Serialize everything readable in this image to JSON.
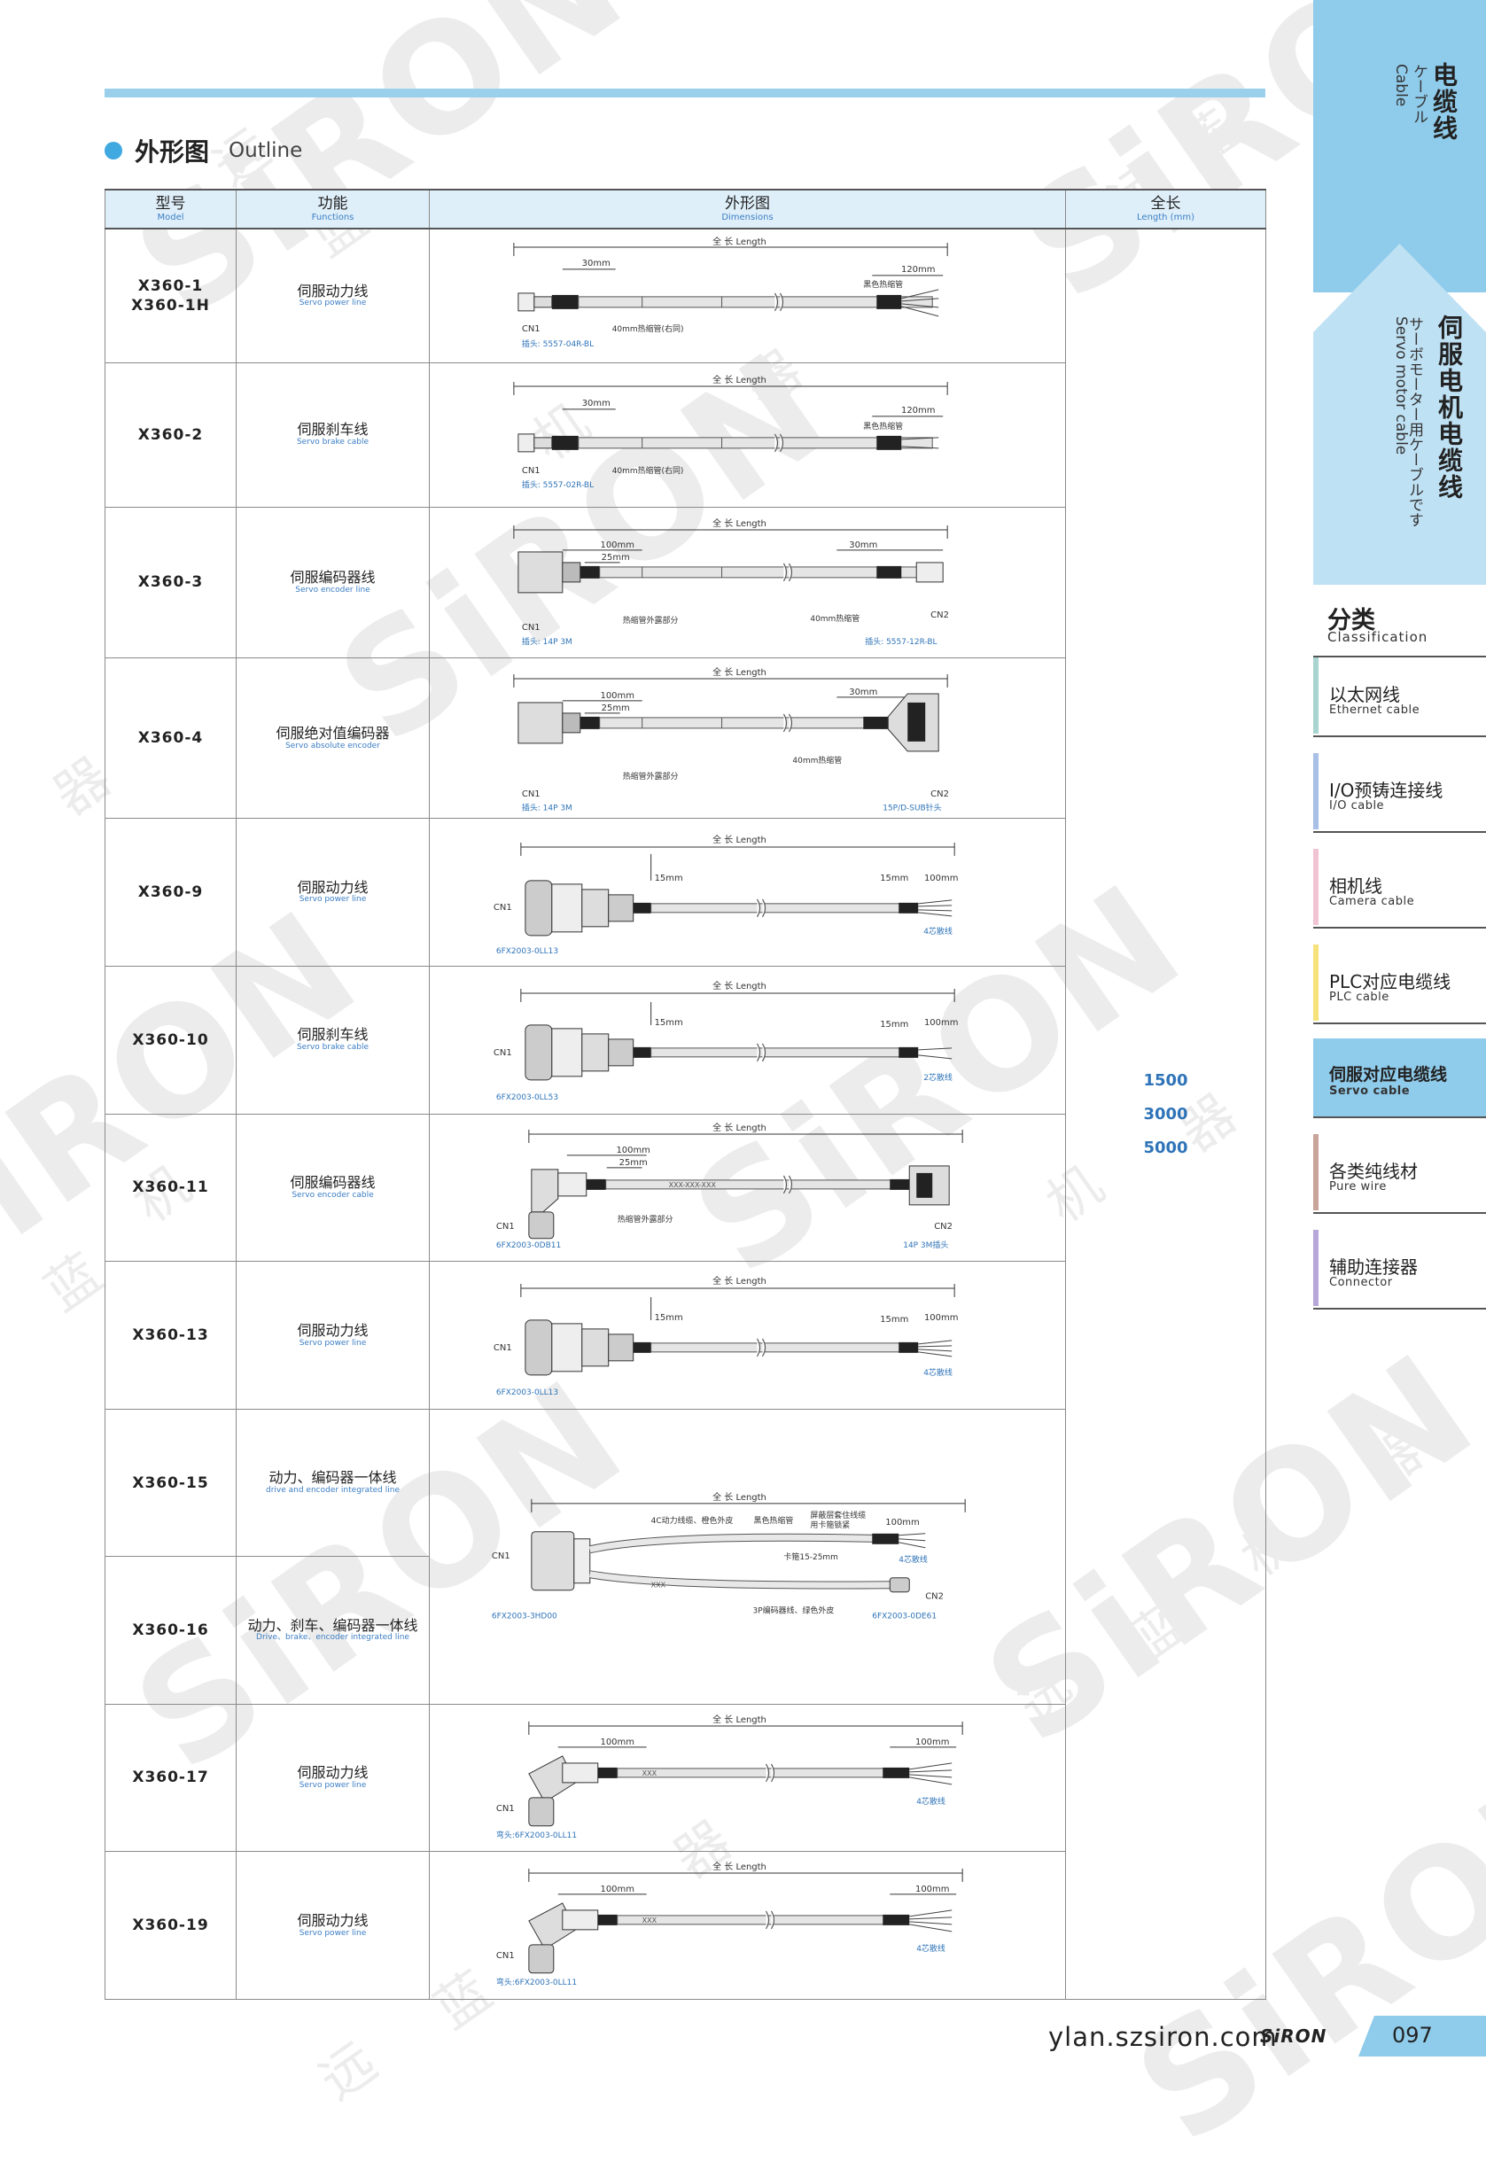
{
  "section": {
    "title_zh": "外形图",
    "title_en": "Outline"
  },
  "table": {
    "headers": [
      {
        "zh": "型号",
        "en": "Model"
      },
      {
        "zh": "功能",
        "en": "Functions"
      },
      {
        "zh": "外形图",
        "en": "Dimensions"
      },
      {
        "zh": "全长",
        "en": "Length (mm)"
      }
    ],
    "lengths": [
      "1500",
      "3000",
      "5000"
    ],
    "rows": [
      {
        "model": [
          "X360-1",
          "X360-1H"
        ],
        "func_zh": "伺服动力线",
        "func_en": "Servo power line",
        "drawing": {
          "length": "全 长 Length",
          "left_dim": "30mm",
          "right_dim": "120mm",
          "heat_note": "黑色热缩管",
          "tube": "40mm热缩管(右同)",
          "cn_left": "CN1",
          "plug_left": "插头: 5557-04R-BL"
        }
      },
      {
        "model": [
          "X360-2"
        ],
        "func_zh": "伺服刹车线",
        "func_en": "Servo brake cable",
        "drawing": {
          "length": "全 长 Length",
          "left_dim": "30mm",
          "right_dim": "120mm",
          "heat_note": "黑色热缩管",
          "tube": "40mm热缩管(右同)",
          "cn_left": "CN1",
          "plug_left": "插头: 5557-02R-BL"
        }
      },
      {
        "model": [
          "X360-3"
        ],
        "func_zh": "伺服编码器线",
        "func_en": "Servo encoder line",
        "drawing": {
          "length": "全 长 Length",
          "dim_a": "100mm",
          "dim_b": "25mm",
          "right_dim": "30mm",
          "exposed": "热缩管外露部分",
          "tube": "40mm热缩管",
          "cn_left": "CN1",
          "cn_right": "CN2",
          "plug_left": "插头: 14P 3M",
          "plug_right": "插头: 5557-12R-BL"
        }
      },
      {
        "model": [
          "X360-4"
        ],
        "func_zh": "伺服绝对值编码器",
        "func_en": "Servo absolute encoder",
        "drawing": {
          "length": "全 长 Length",
          "dim_a": "100mm",
          "dim_b": "25mm",
          "right_dim": "30mm",
          "exposed": "热缩管外露部分",
          "tube": "40mm热缩管",
          "cn_left": "CN1",
          "cn_right": "CN2",
          "plug_left": "插头: 14P 3M",
          "plug_right": "15P/D-SUB针头"
        }
      },
      {
        "model": [
          "X360-9"
        ],
        "func_zh": "伺服动力线",
        "func_en": "Servo power line",
        "drawing": {
          "length": "全 长 Length",
          "dim_a": "15mm",
          "dim_b": "15mm",
          "right_dim": "100mm",
          "cn_left": "CN1",
          "wires": "4芯散线",
          "plug_left": "6FX2003-0LL13"
        }
      },
      {
        "model": [
          "X360-10"
        ],
        "func_zh": "伺服刹车线",
        "func_en": "Servo brake cable",
        "drawing": {
          "length": "全 长 Length",
          "dim_a": "15mm",
          "dim_b": "15mm",
          "right_dim": "100mm",
          "cn_left": "CN1",
          "wires": "2芯散线",
          "plug_left": "6FX2003-0LL53"
        }
      },
      {
        "model": [
          "X360-11"
        ],
        "func_zh": "伺服编码器线",
        "func_en": "Servo encoder  cable",
        "drawing": {
          "length": "全 长 Length",
          "dim_a": "100mm",
          "dim_b": "25mm",
          "cable_label": "XXX-XXX-XXX",
          "exposed": "热缩管外露部分",
          "cn_left": "CN1",
          "cn_right": "CN2",
          "plug_left": "6FX2003-0DB11",
          "plug_right": "14P 3M插头"
        }
      },
      {
        "model": [
          "X360-13"
        ],
        "func_zh": "伺服动力线",
        "func_en": "Servo power line",
        "drawing": {
          "length": "全 长 Length",
          "dim_a": "15mm",
          "dim_b": "15mm",
          "right_dim": "100mm",
          "cn_left": "CN1",
          "wires": "4芯散线",
          "plug_left": "6FX2003-0LL13"
        }
      },
      {
        "model": [
          "X360-15"
        ],
        "func_zh": "动力、编码器一体线",
        "func_en": "drive and encoder integrated line"
      },
      {
        "model": [
          "X360-16"
        ],
        "func_zh": "动力、刹车、编码器一体线",
        "func_en": "Drive、brake、encoder integrated line"
      },
      {
        "model": [
          "X360-17"
        ],
        "func_zh": "伺服动力线",
        "func_en": "Servo power line",
        "drawing": {
          "length": "全 长 Length",
          "dim_a": "100mm",
          "right_dim": "100mm",
          "cable_label": "XXX",
          "cn_left": "CN1",
          "wires": "4芯散线",
          "plug_left": "弯头:6FX2003-0LL11"
        }
      },
      {
        "model": [
          "X360-19"
        ],
        "func_zh": "伺服动力线",
        "func_en": "Servo power line",
        "drawing": {
          "length": "全 长 Length",
          "dim_a": "100mm",
          "right_dim": "100mm",
          "cable_label": "XXX",
          "cn_left": "CN1",
          "wires": "4芯散线",
          "plug_left": "弯头:6FX2003-0LL11"
        }
      }
    ],
    "merged_drawing": {
      "length": "全 长 Length",
      "power_note": "4C动力线缆、橙色外皮",
      "heat_note": "黑色热缩管",
      "shield_note": "屏蔽层套住线缆",
      "shield_note2": "用卡箍锁紧",
      "right_dim": "100mm",
      "clamp": "卡箍15-25mm",
      "wires": "4芯散线",
      "cable_label": "XXX",
      "encoder_note": "3P编码器线、绿色外皮",
      "cn_left": "CN1",
      "cn_right": "CN2",
      "plug_left": "6FX2003-3HD00",
      "plug_right": "6FX2003-0DE61"
    }
  },
  "sidebar": {
    "top_tab": {
      "zh": "电缆线",
      "jp": "ケーブル",
      "en": "Cable"
    },
    "sub_tab": {
      "zh": "伺服电机电缆线",
      "jp": "サーボモーター用ケーブルです",
      "en": "Servo motor cable"
    },
    "classification": {
      "zh": "分类",
      "en": "Classification"
    },
    "categories": [
      {
        "zh": "以太网线",
        "en": "Ethernet cable",
        "color": "#a9d4cf"
      },
      {
        "zh": "I/O预铸连接线",
        "en": "I/O cable",
        "color": "#a8bfe6"
      },
      {
        "zh": "相机线",
        "en": "Camera cable",
        "color": "#f0c4d2"
      },
      {
        "zh": "PLC对应电缆线",
        "en": "PLC cable",
        "color": "#f5e27a"
      },
      {
        "zh": "伺服对应电缆线",
        "en": "Servo cable",
        "color": "#8fcbea"
      },
      {
        "zh": "各类纯线材",
        "en": "Pure wire",
        "color": "#c9a49a"
      },
      {
        "zh": "辅助连接器",
        "en": "Connector",
        "color": "#b7a6d8"
      }
    ]
  },
  "footer": {
    "url": "ylan.szsiron.com",
    "logo": "SiRON",
    "page": "097"
  },
  "watermark": {
    "logo": "SiRON",
    "chars": [
      "远",
      "蓝",
      "机",
      "器"
    ]
  },
  "colors": {
    "accent": "#8fcbea",
    "blue_text": "#2f74b8",
    "bar": "#9bd0ec"
  }
}
